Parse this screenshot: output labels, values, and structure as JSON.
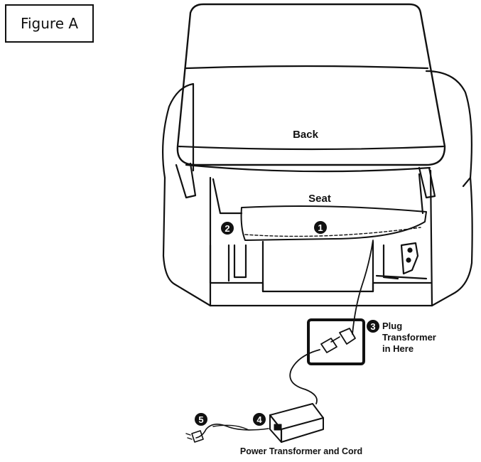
{
  "figure_label": "Figure A",
  "labels": {
    "back": "Back",
    "seat": "Seat",
    "plug_line1": "Plug",
    "plug_line2": "Transformer",
    "plug_line3": "in Here",
    "caption": "Power Transformer and Cord"
  },
  "badges": {
    "b1": "1",
    "b2": "2",
    "b3": "3",
    "b4": "4",
    "b5": "5"
  },
  "colors": {
    "line": "#111111",
    "badge_fill": "#111111",
    "background": "#ffffff"
  }
}
